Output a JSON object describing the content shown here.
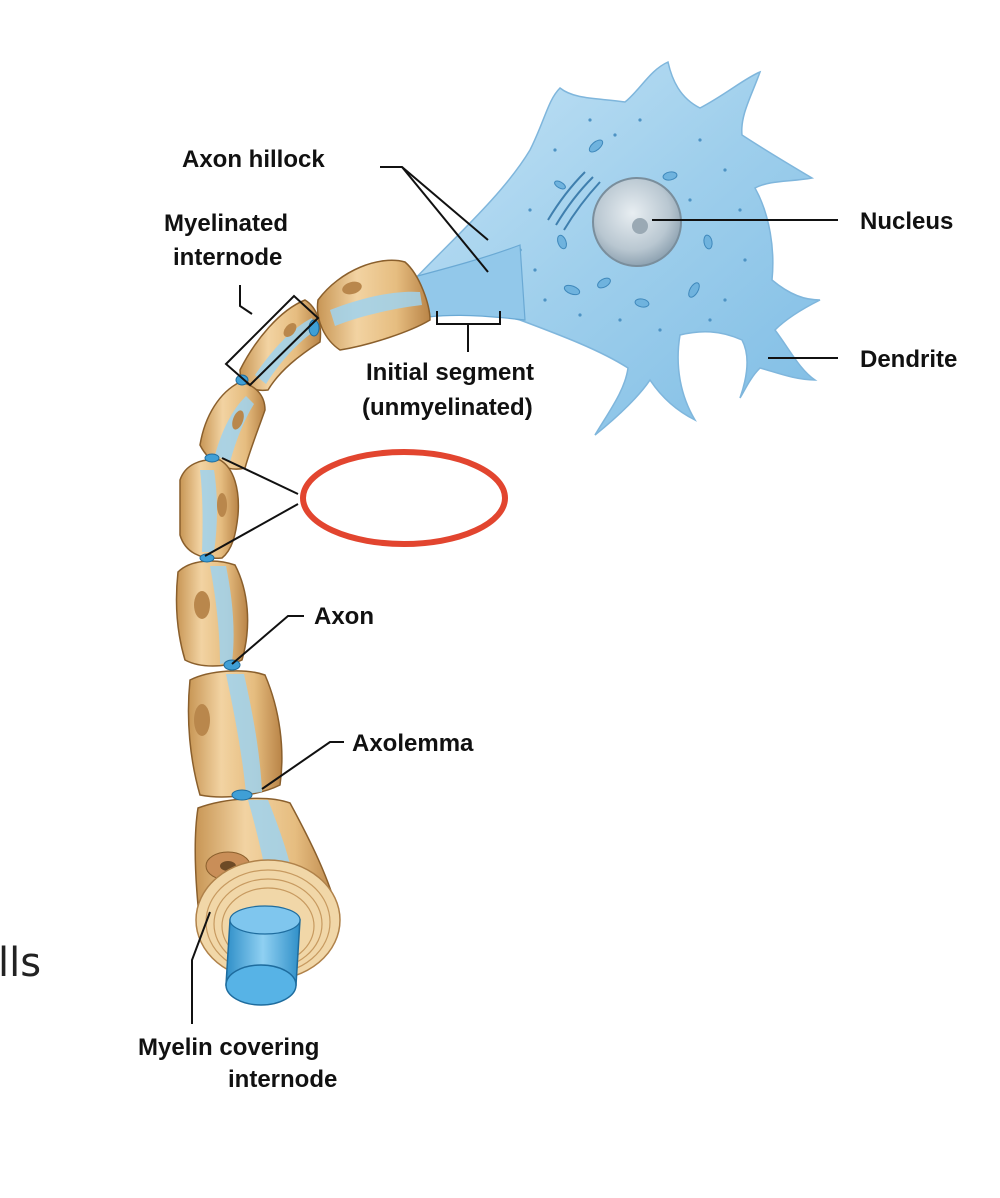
{
  "labels": {
    "axon_hillock": "Axon hillock",
    "myelinated_internode_1": "Myelinated",
    "myelinated_internode_2": "internode",
    "nucleus": "Nucleus",
    "initial_segment_1": "Initial segment",
    "initial_segment_2": "(unmyelinated)",
    "dendrite": "Dendrite",
    "axon": "Axon",
    "axolemma": "Axolemma",
    "myelin_covering_1": "Myelin covering",
    "myelin_covering_2": "internode"
  },
  "slide_fragment": "lls",
  "colors": {
    "cell_body": "#a9d3ee",
    "myelin": "#e9c289",
    "axon_core": "#4aa6d8",
    "highlight_ring": "#e2452f"
  }
}
